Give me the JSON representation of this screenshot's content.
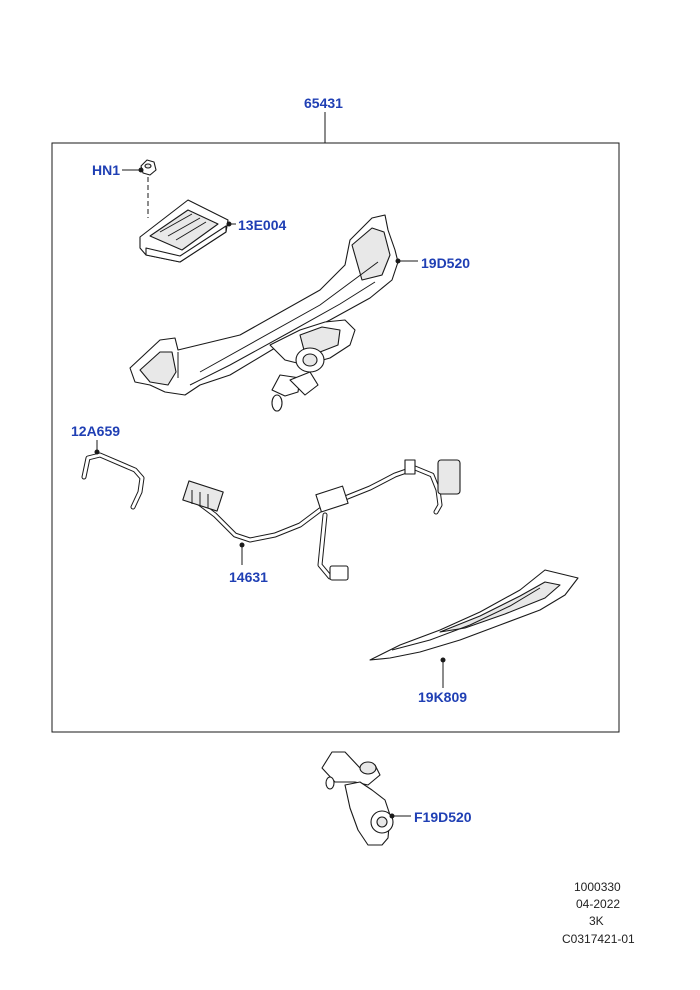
{
  "diagram": {
    "assembly_label": "65431",
    "callouts": {
      "hn1": "HN1",
      "module": "13E004",
      "towbar": "19D520",
      "bracket": "12A659",
      "harness": "14631",
      "cover": "19K809",
      "ball": "F19D520"
    },
    "footer": {
      "line1": "1000330",
      "line2": "04-2022",
      "line3": "3K",
      "line4": "C0317421-01"
    }
  }
}
